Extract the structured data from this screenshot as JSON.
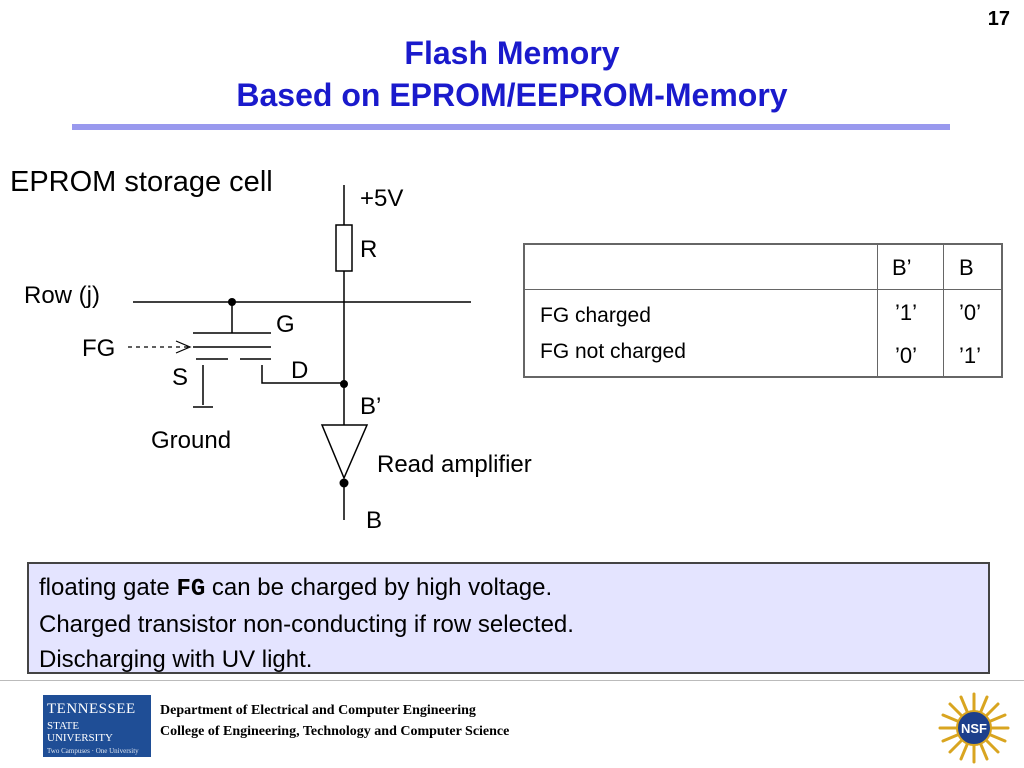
{
  "slide_number": "17",
  "title": {
    "line1": "Flash Memory",
    "line2": "Based on EPROM/EEPROM-Memory"
  },
  "cell_heading": "EPROM storage cell",
  "circuit": {
    "supply": "+5V",
    "resistor": "R",
    "row": "Row (j)",
    "gate": "G",
    "floating_gate": "FG",
    "source": "S",
    "drain": "D",
    "ground": "Ground",
    "bit_inverted": "B’",
    "amplifier": "Read amplifier",
    "bit": "B"
  },
  "truth_table": {
    "headers": [
      "",
      "B’",
      "B"
    ],
    "rows": [
      {
        "state": "FG charged",
        "b_inv": "’1’",
        "b": "’0’"
      },
      {
        "state": "FG not charged",
        "b_inv": "’0’",
        "b": "’1’"
      }
    ]
  },
  "notes": {
    "line1_prefix": "floating gate ",
    "line1_code": "FG",
    "line1_suffix": " can be charged by high voltage.",
    "line2": "Charged transistor non-conducting if row selected.",
    "line3": "Discharging with UV light."
  },
  "footer": {
    "dept_line1": "Department of Electrical and Computer Engineering",
    "dept_line2": "College of Engineering, Technology and Computer Science",
    "tsu_logo": {
      "line1": "TENNESSEE",
      "line2": "STATE UNIVERSITY",
      "line3": "Two Campuses · One University"
    },
    "nsf_logo": "NSF"
  },
  "colors": {
    "title": "#1a1acc",
    "title_rule": "#9999ee",
    "note_background": "#e4e4ff",
    "tsu_blue": "#1f4e96",
    "nsf_gold": "#d9a520",
    "nsf_blue": "#1d3f8c"
  }
}
